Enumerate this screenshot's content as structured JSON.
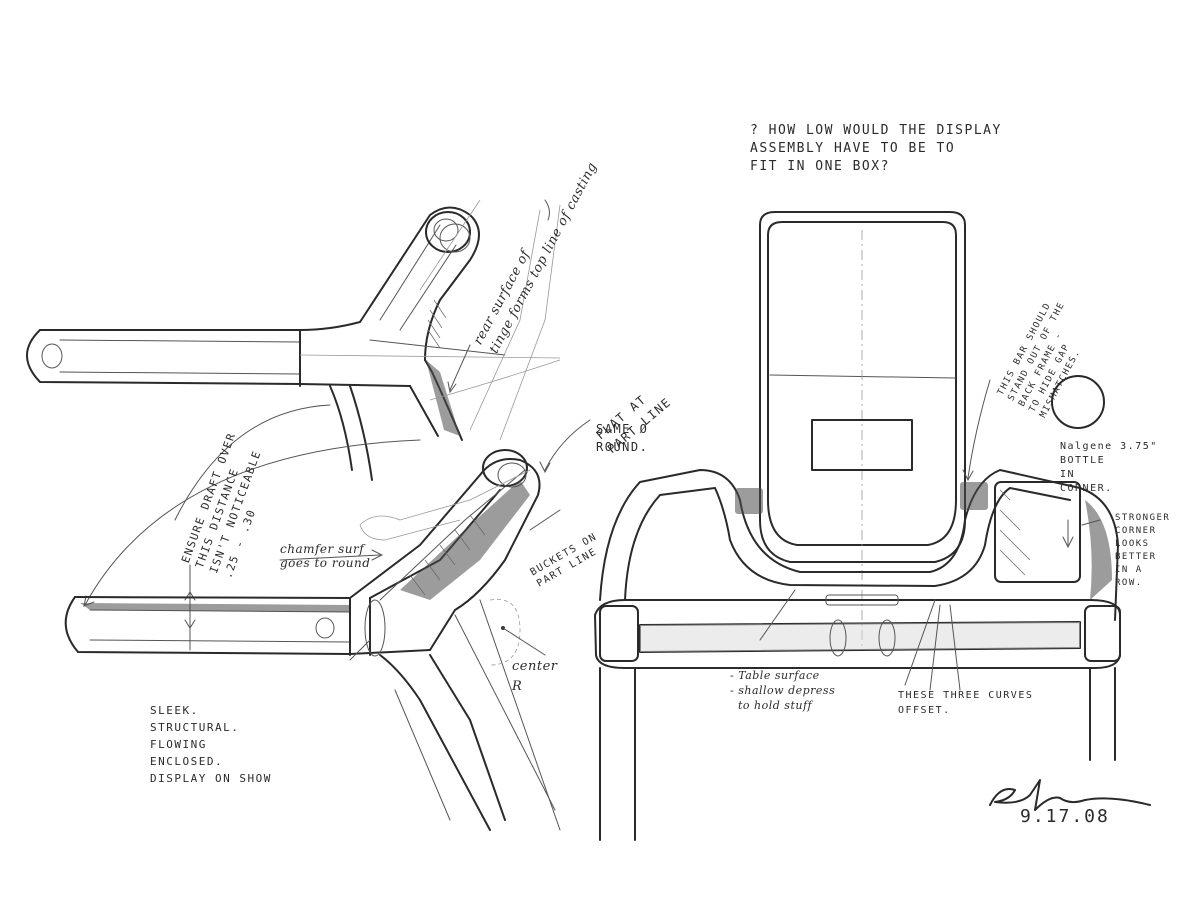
{
  "notes": {
    "display_question": "? HOW LOW WOULD THE DISPLAY\nASSEMBLY HAVE TO BE TO\nFIT IN ONE BOX?",
    "rear_surface": "rear surface of\ntinge forms top line of casting",
    "flat_at_part_line": "FLAT AT\nPART LINE",
    "same_round": "SAME Ø\nROUND.",
    "ensure_draft": "ENSURE DRAFT OVER\nTHIS DISTANCE\nISN'T NOTICEABLE\n.25 - .30",
    "chamfer_surf": "chamfer surf\ngoes to round",
    "buckets_on_part_line": "BUCKETS ON\nPART LINE",
    "center_r": "center\nR",
    "sleek_notes": "SLEEK.\nSTRUCTURAL.\nFLOWING\nENCLOSED.\nDISPLAY ON SHOW",
    "bar_should": "THIS BAR SHOULD\nSTAND OUT OF THE\nBACK FRAME -\nTO HIDE GAP\nMISMATCHES.",
    "nalgene_bottle": "Nalgene 3.75\"\nBOTTLE\nIN\nCORNER.",
    "stronger_corner": "STRONGER\nCORNER\nLOOKS\nBETTER\nIN A\nROW.",
    "table_surface": "- Table surface\n- shallow depress\n  to hold stuff",
    "three_curves": "THESE THREE CURVES\nOFFSET.",
    "date": "9.17.08"
  },
  "colors": {
    "ink": "#2a2a2a",
    "paper": "#ffffff",
    "shade": "#4a4a4a"
  }
}
